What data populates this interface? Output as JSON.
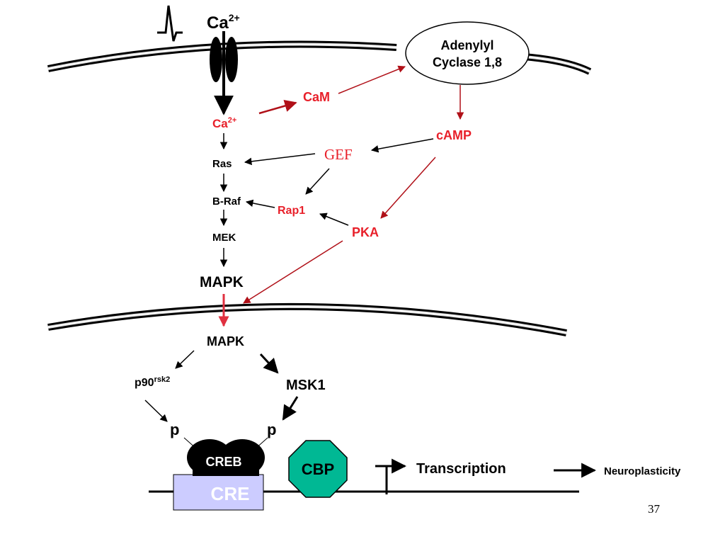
{
  "labels": {
    "ca_top": "Ca",
    "ca_top_sup": "2+",
    "adenylyl_line1": "Adenylyl",
    "adenylyl_line2": "Cyclase 1,8",
    "cam": "CaM",
    "ca_mid": "Ca",
    "ca_mid_sup": "2+",
    "camp": "cAMP",
    "gef": "GEF",
    "ras": "Ras",
    "braf": "B-Raf",
    "rap1": "Rap1",
    "pka": "PKA",
    "mek": "MEK",
    "mapk_cyto": "MAPK",
    "mapk_nuc": "MAPK",
    "p90": "p90",
    "p90_sup": "rsk2",
    "msk1": "MSK1",
    "p_left": "p",
    "p_right": "p",
    "creb": "CREB",
    "cbp": "CBP",
    "cre": "CRE",
    "transcription": "Transcription",
    "neuroplasticity": "Neuroplasticity",
    "page_number": "37"
  },
  "colors": {
    "red": "#e8202a",
    "dark_red": "#b01018",
    "cbp_fill": "#00b894",
    "cre_fill": "#ccccff"
  }
}
